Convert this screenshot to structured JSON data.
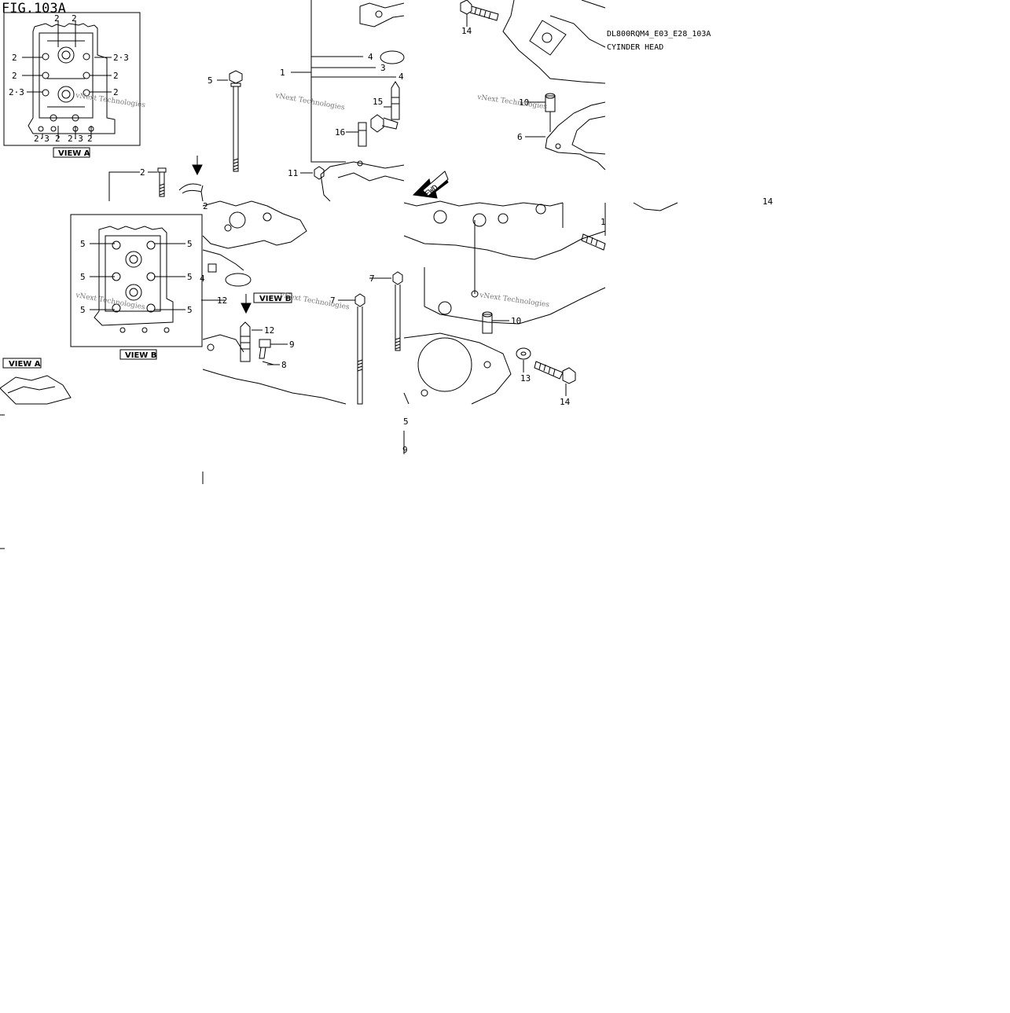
{
  "figure": {
    "id": "FIG.103A",
    "code": "DL800RQM4_E03_E28_103A",
    "name": "CYINDER HEAD"
  },
  "views": {
    "view_a": "VIEW A",
    "view_b": "VIEW B",
    "view_a_ref": "VIEW A",
    "view_b_ref": "VIEW B"
  },
  "direction_label": "FWD",
  "watermark": "vNext Technologies",
  "view_a_callouts": [
    "2",
    "2",
    "2",
    "2·3",
    "2",
    "2",
    "2·3",
    "2",
    "2·3",
    "2",
    "2·3",
    "2"
  ],
  "view_b_callouts": [
    "5",
    "5",
    "5",
    "5",
    "5",
    "5"
  ],
  "callouts": [
    "1",
    "2",
    "3",
    "4",
    "4",
    "5",
    "6",
    "7",
    "7",
    "8",
    "9",
    "10",
    "11",
    "12",
    "12",
    "13",
    "14",
    "14",
    "15",
    "16",
    "5",
    "14",
    "1",
    "2",
    "4"
  ],
  "colors": {
    "line": "#000000",
    "watermark": "#777777",
    "background": "#ffffff"
  }
}
